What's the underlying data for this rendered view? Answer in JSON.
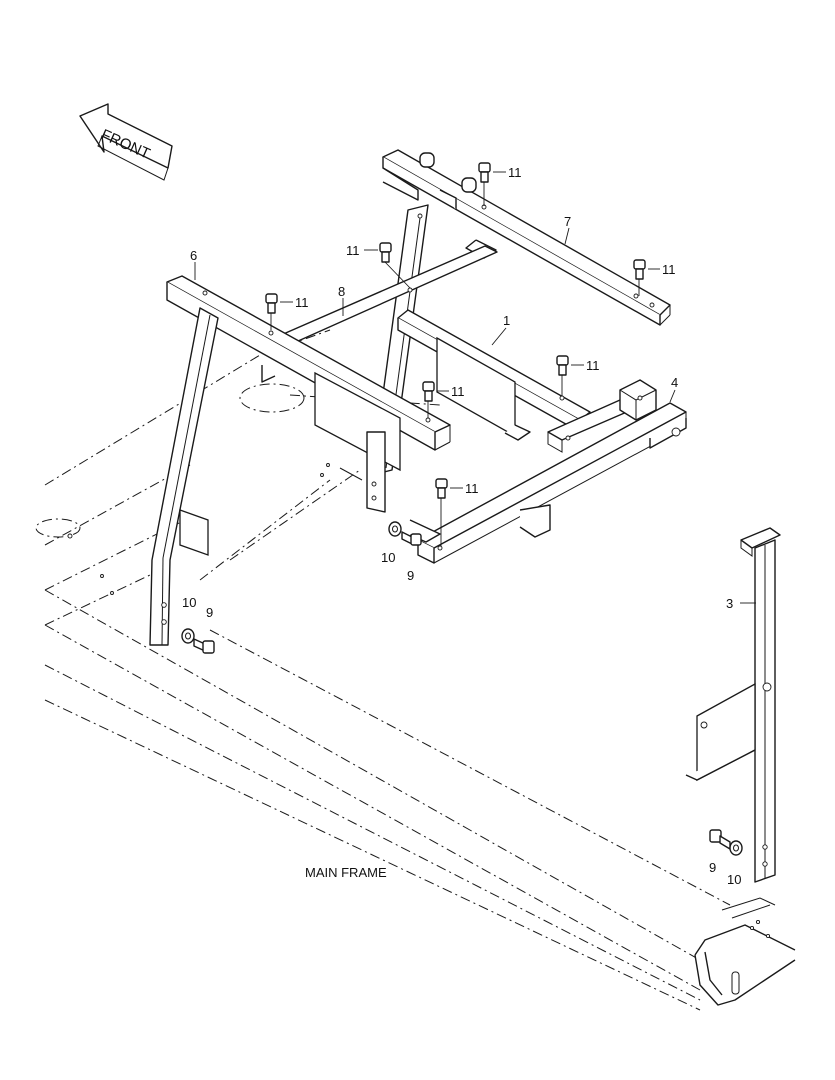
{
  "diagram": {
    "front_arrow_label": "FRONT",
    "main_frame_label": "MAIN FRAME",
    "callouts": [
      {
        "key": "c6",
        "text": "6"
      },
      {
        "key": "c8",
        "text": "8"
      },
      {
        "key": "c7",
        "text": "7"
      },
      {
        "key": "c1",
        "text": "1"
      },
      {
        "key": "c4",
        "text": "4"
      },
      {
        "key": "c3",
        "text": "3"
      },
      {
        "key": "c11a",
        "text": "11"
      },
      {
        "key": "c11b",
        "text": "11"
      },
      {
        "key": "c11c",
        "text": "11"
      },
      {
        "key": "c11d",
        "text": "11"
      },
      {
        "key": "c11e",
        "text": "11"
      },
      {
        "key": "c11f",
        "text": "11"
      },
      {
        "key": "c11g",
        "text": "11"
      },
      {
        "key": "c10a",
        "text": "10"
      },
      {
        "key": "c9a",
        "text": "9"
      },
      {
        "key": "c10b",
        "text": "10"
      },
      {
        "key": "c9b",
        "text": "9"
      },
      {
        "key": "c9c",
        "text": "9"
      },
      {
        "key": "c10c",
        "text": "10"
      }
    ]
  }
}
